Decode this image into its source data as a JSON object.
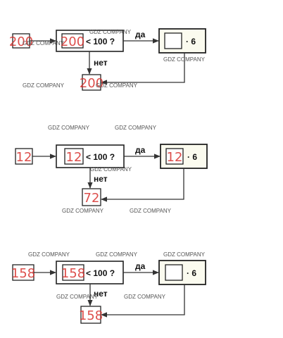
{
  "labels": {
    "yes": "да",
    "no": "нет",
    "condition": "< 100 ?",
    "multiplier": "· 6"
  },
  "watermark": "GDZ COMPANY",
  "rows": [
    {
      "input": "200",
      "in_condition": "200",
      "in_result": "",
      "output": "200"
    },
    {
      "input": "12",
      "in_condition": "12",
      "in_result": "12",
      "output": "72"
    },
    {
      "input": "158",
      "in_condition": "158",
      "in_result": "",
      "output": "158"
    }
  ]
}
